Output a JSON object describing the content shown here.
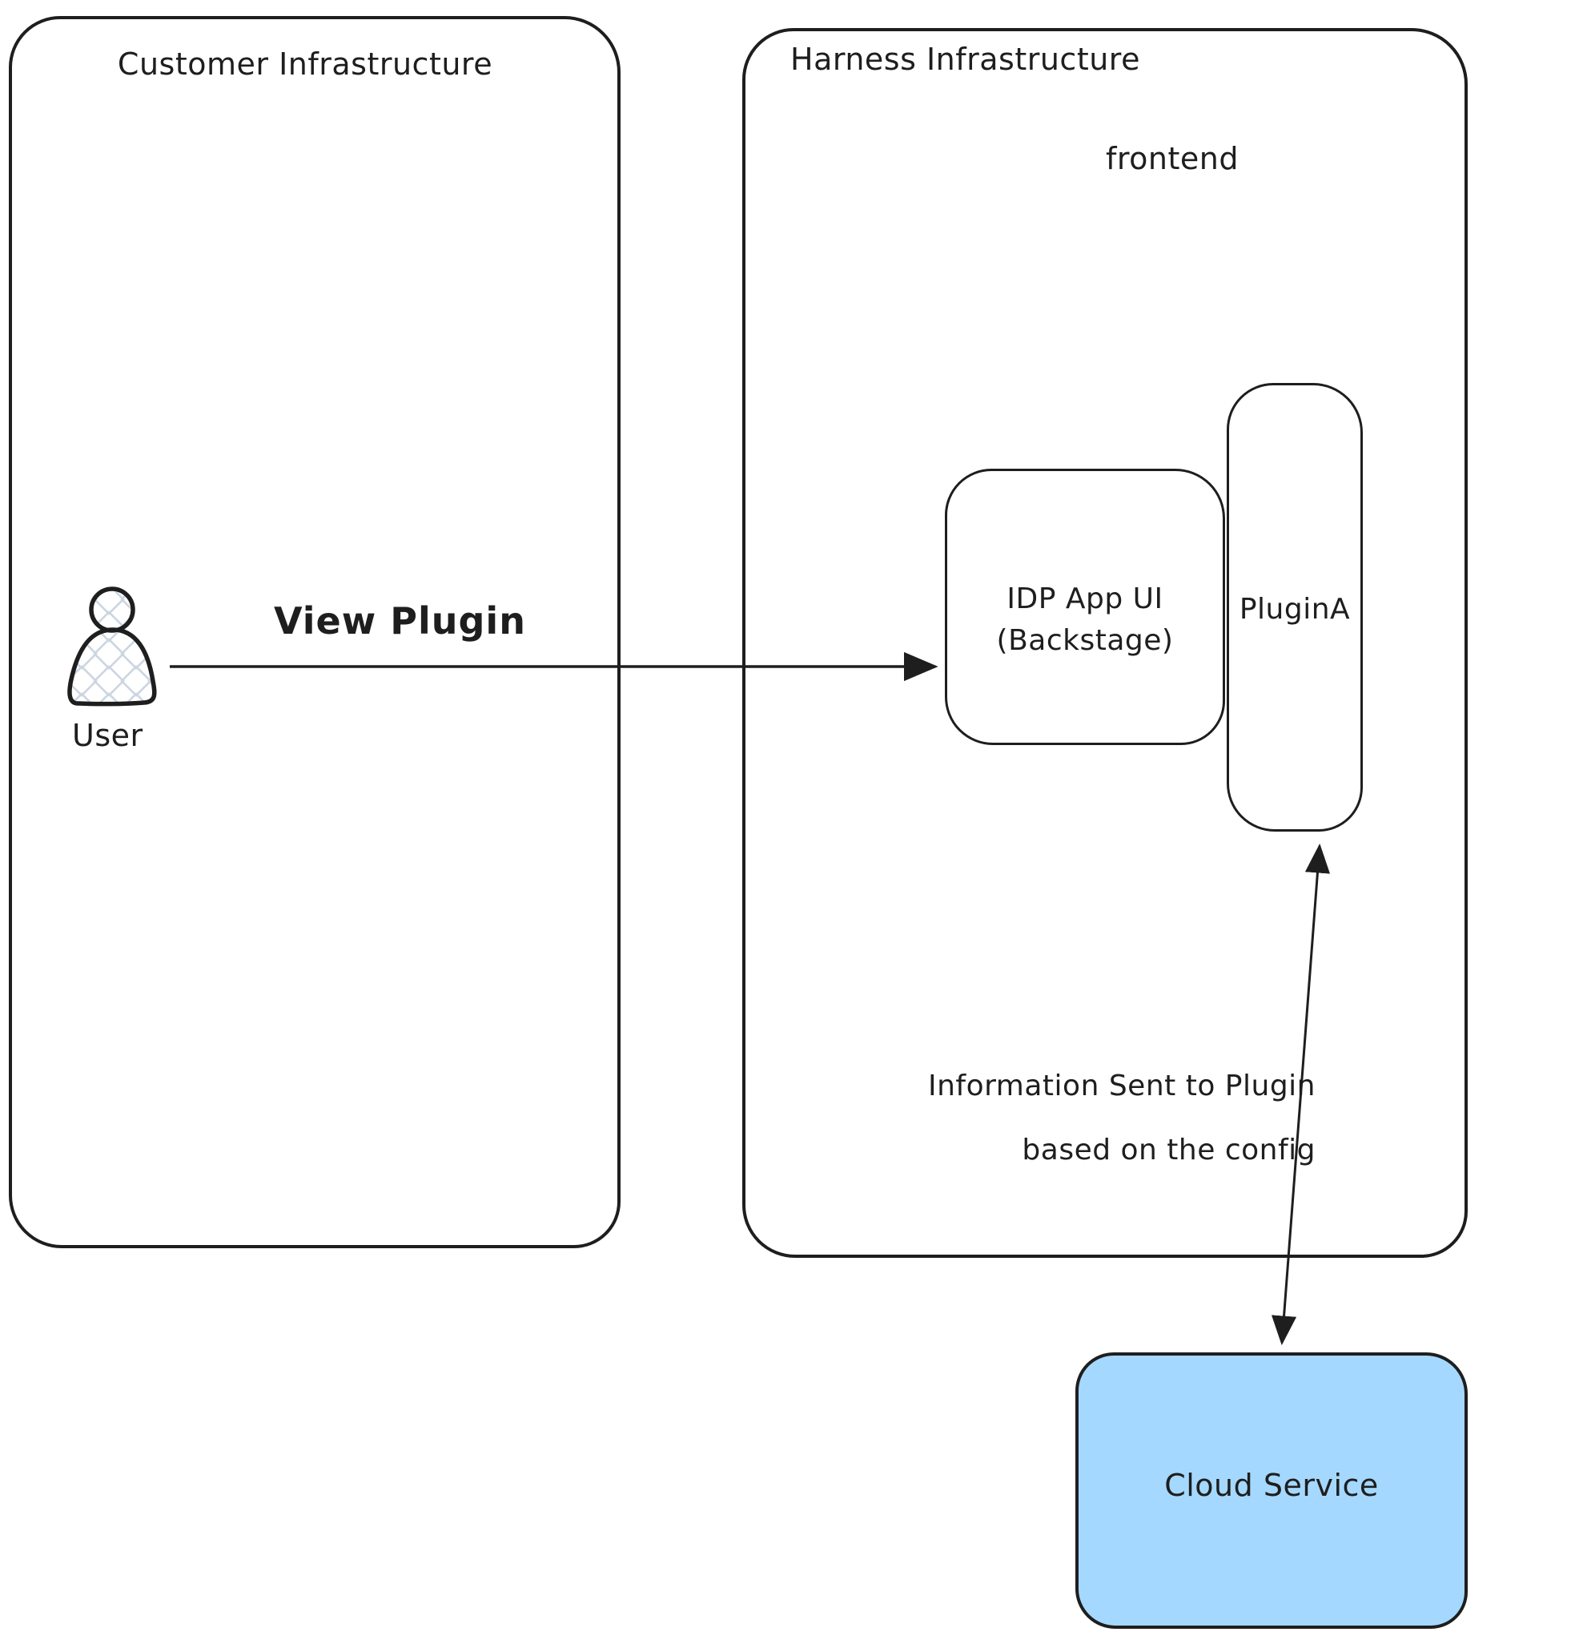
{
  "colors": {
    "stroke": "#1e1e1e",
    "background": "#ffffff",
    "cloud_fill": "#a5d8ff",
    "hatch_fill": "#ccd6e2"
  },
  "containers": {
    "customer": {
      "title": "Customer Infrastructure"
    },
    "harness": {
      "title": "Harness Infrastructure",
      "area_label": "frontend"
    }
  },
  "nodes": {
    "user": {
      "label": "User",
      "icon": "user-icon"
    },
    "idp_app_ui": {
      "line1": "IDP App UI",
      "line2": "(Backstage)"
    },
    "plugin_a": {
      "label": "PluginA"
    },
    "cloud_service": {
      "label": "Cloud Service",
      "fill": "#a5d8ff"
    }
  },
  "edges": {
    "view_plugin": {
      "label": "View Plugin",
      "from": "User",
      "to": "IDP App UI (Backstage)",
      "direction": "right"
    },
    "plugin_cloud": {
      "line1": "Information Sent to Plugin",
      "line2": "based on the config",
      "from": "PluginA",
      "to": "Cloud Service",
      "direction": "both"
    }
  }
}
